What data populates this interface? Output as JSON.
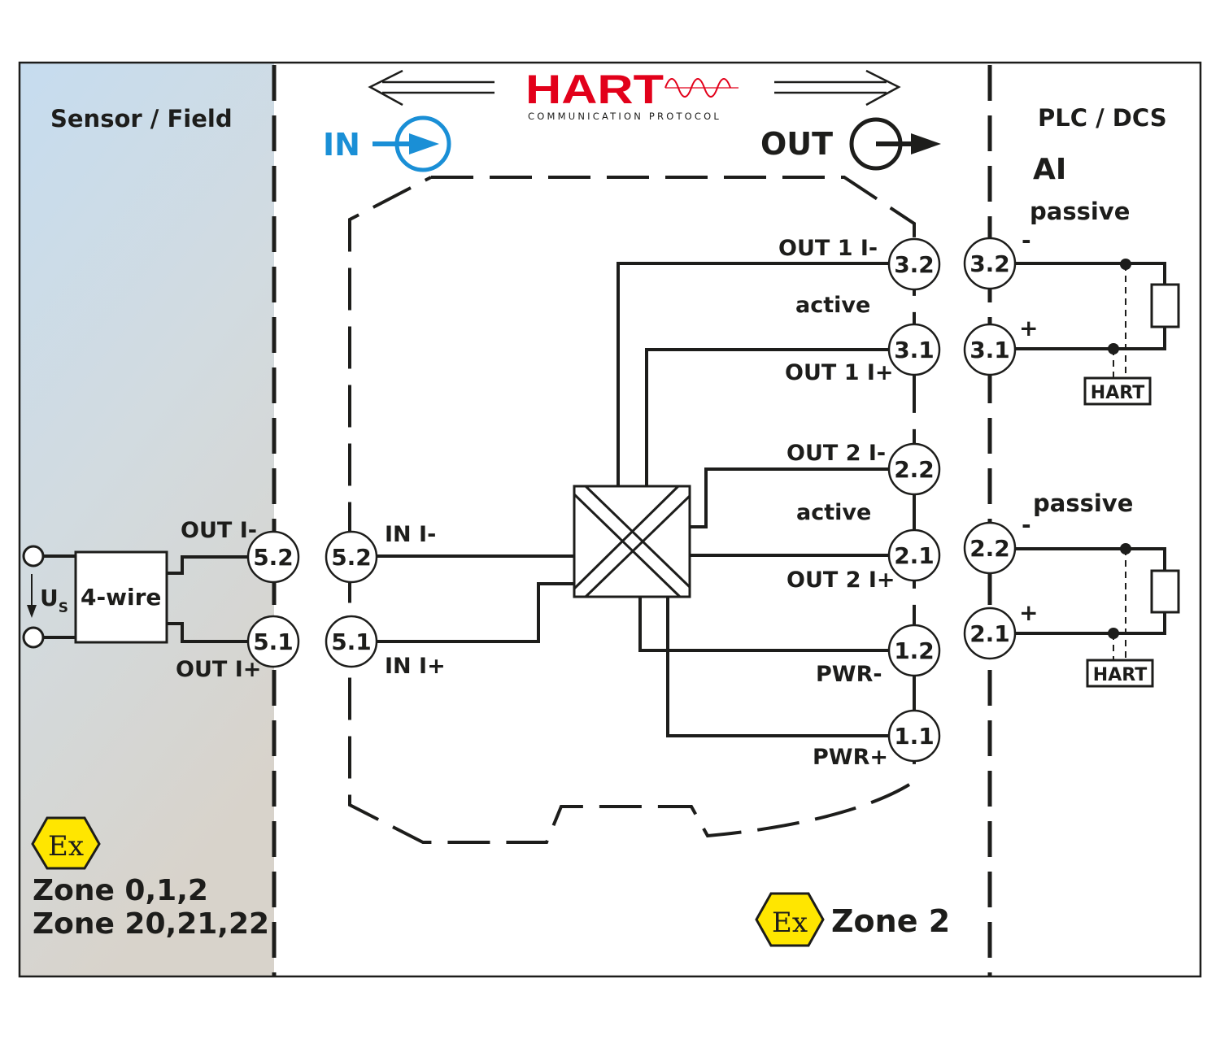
{
  "zones": {
    "field": {
      "title": "Sensor / Field",
      "zone_line1": "Zone 0,1,2",
      "zone_line2": "Zone 20,21,22",
      "ex_symbol": "Ex"
    },
    "device": {
      "zone_label": "Zone 2",
      "ex_symbol": "Ex"
    },
    "plc": {
      "title": "PLC / DCS",
      "subtitle": "AI",
      "ch1_mode": "passive",
      "ch2_mode": "passive"
    }
  },
  "header": {
    "hart_logo": "HART",
    "hart_tagline": "COMMUNICATION PROTOCOL",
    "in_label": "IN",
    "out_label": "OUT"
  },
  "sensor": {
    "box_label": "4-wire",
    "supply_label": "U",
    "supply_sub": "S",
    "out_neg": "OUT I-",
    "out_pos": "OUT I+",
    "t52": "5.2",
    "t51": "5.1"
  },
  "device": {
    "in_neg": "IN I-",
    "in_pos": "IN I+",
    "t52": "5.2",
    "t51": "5.1",
    "out1_neg": "OUT 1 I-",
    "out1_pos": "OUT 1 I+",
    "out1_mode": "active",
    "out2_neg": "OUT 2 I-",
    "out2_pos": "OUT 2 I+",
    "out2_mode": "active",
    "pwr_neg": "PWR-",
    "pwr_pos": "PWR+",
    "t32": "3.2",
    "t31": "3.1",
    "t22": "2.2",
    "t21": "2.1",
    "t12": "1.2",
    "t11": "1.1"
  },
  "plc": {
    "t32": "3.2",
    "t31": "3.1",
    "t22": "2.2",
    "t21": "2.1",
    "minus": "-",
    "plus": "+",
    "hart_box1": "HART",
    "hart_box2": "HART"
  },
  "colors": {
    "in_blue": "#1a8fd6",
    "hart_red": "#e2001a",
    "ex_yellow": "#ffe600",
    "line": "#1d1d1b"
  }
}
